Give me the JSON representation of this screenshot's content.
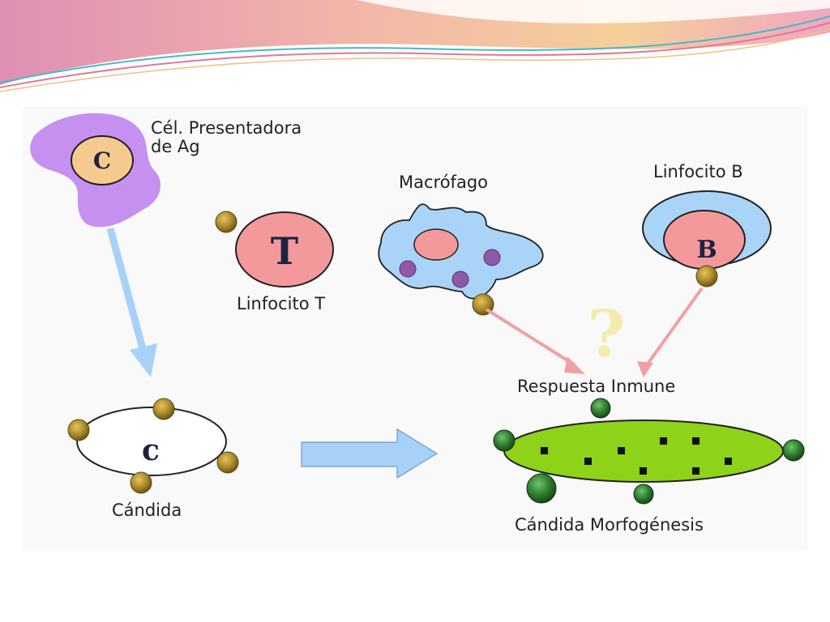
{
  "labels": {
    "apc_line1": "Cél. Presentadora",
    "apc_line2": "de Ag",
    "apc_letter": "C",
    "t_letter": "T",
    "t_label": "Linfocito T",
    "macrophage_label": "Macrófago",
    "b_title": "Linfocito B",
    "b_letter": "B",
    "question_mark": "?",
    "immune_response": "Respuesta Inmune",
    "candida_letter": "c",
    "candida_label": "Cándida",
    "morph_label": "Cándida Morfogénesis"
  },
  "colors": {
    "apc_purple": "#c590f0",
    "apc_nucleus": "#f6c98f",
    "t_cell": "#f4999b",
    "macrophage": "#a9d4f7",
    "b_outer": "#a9d4f7",
    "b_inner": "#f4999b",
    "granule": "#8e5aa8",
    "antigen": "#a8892c",
    "blue_arrow": "#a8d1f7",
    "pink_arrow": "#f29fa3",
    "question": "#f5ebb0",
    "morph_body": "#8ed21a",
    "morph_spore": "#2e7a2e",
    "banner_pink": "#d98ab0",
    "banner_orange": "#f3c48e"
  }
}
